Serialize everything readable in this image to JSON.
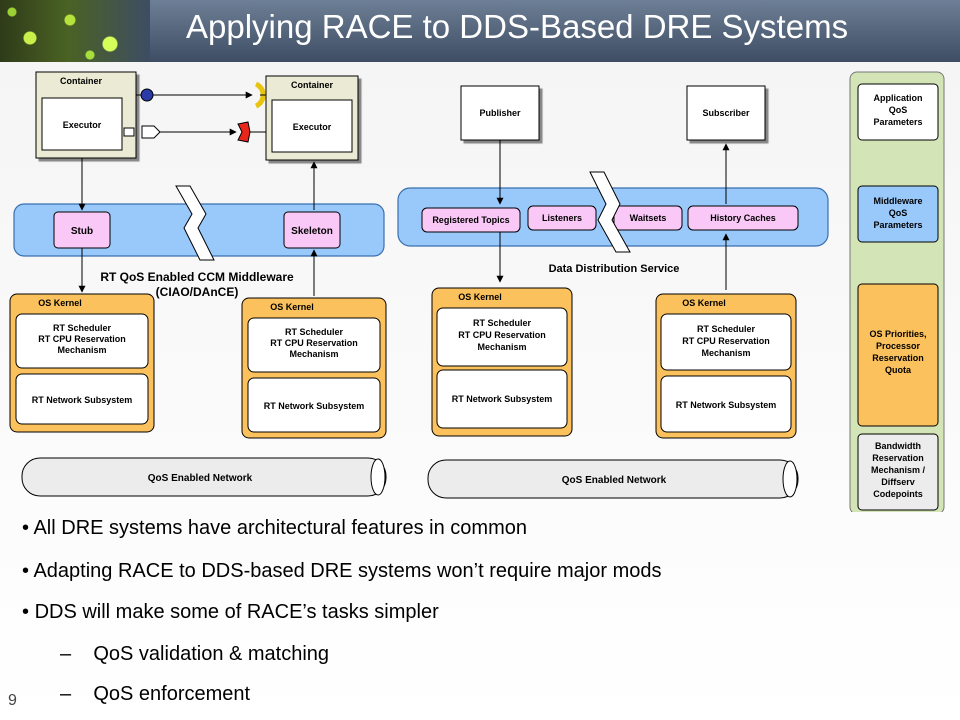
{
  "title": "Applying RACE to DDS-Based DRE Systems",
  "slide_number": "9",
  "diagram": {
    "left": {
      "container_label": "Container",
      "executor_label": "Executor",
      "stub_label": "Stub",
      "skeleton_label": "Skeleton",
      "middleware_label_line1": "RT QoS Enabled CCM Middleware",
      "middleware_label_line2": "(CIAO/DAnCE)",
      "os_kernel_label": "OS Kernel",
      "scheduler_line1": "RT Scheduler",
      "scheduler_line2": "RT CPU Reservation",
      "scheduler_line3": "Mechanism",
      "network_subsystem_label": "RT Network Subsystem",
      "network_label": "QoS Enabled Network"
    },
    "right": {
      "publisher_label": "Publisher",
      "subscriber_label": "Subscriber",
      "registered_topics_label": "Registered Topics",
      "listeners_label": "Listeners",
      "waitsets_label": "Waitsets",
      "history_caches_label": "History Caches",
      "dds_label": "Data Distribution Service",
      "os_kernel_label": "OS Kernel",
      "scheduler_line1": "RT Scheduler",
      "scheduler_line2": "RT CPU Reservation",
      "scheduler_line3": "Mechanism",
      "network_subsystem_label": "RT Network Subsystem",
      "network_label": "QoS Enabled Network"
    },
    "legend": {
      "app_qos": [
        "Application",
        "QoS",
        "Parameters"
      ],
      "mw_qos": [
        "Middleware",
        "QoS",
        "Parameters"
      ],
      "os_prio": [
        "OS Priorities,",
        "Processor",
        "Reservation",
        "Quota"
      ],
      "bandwidth": [
        "Bandwidth",
        "Reservation",
        "Mechanism /",
        "Diffserv",
        "Codepoints"
      ]
    },
    "colors": {
      "middleware_band": "#99c8fb",
      "pink_box": "#f9c8f6",
      "orange": "#fbc15c",
      "legend_green": "#d3e5b7"
    }
  },
  "bullets": [
    "All DRE systems have architectural features in common",
    "Adapting RACE to DDS-based DRE systems won’t require major mods",
    "DDS will make some of RACE’s tasks simpler"
  ],
  "sub_bullets": [
    "QoS validation & matching",
    "QoS enforcement"
  ]
}
